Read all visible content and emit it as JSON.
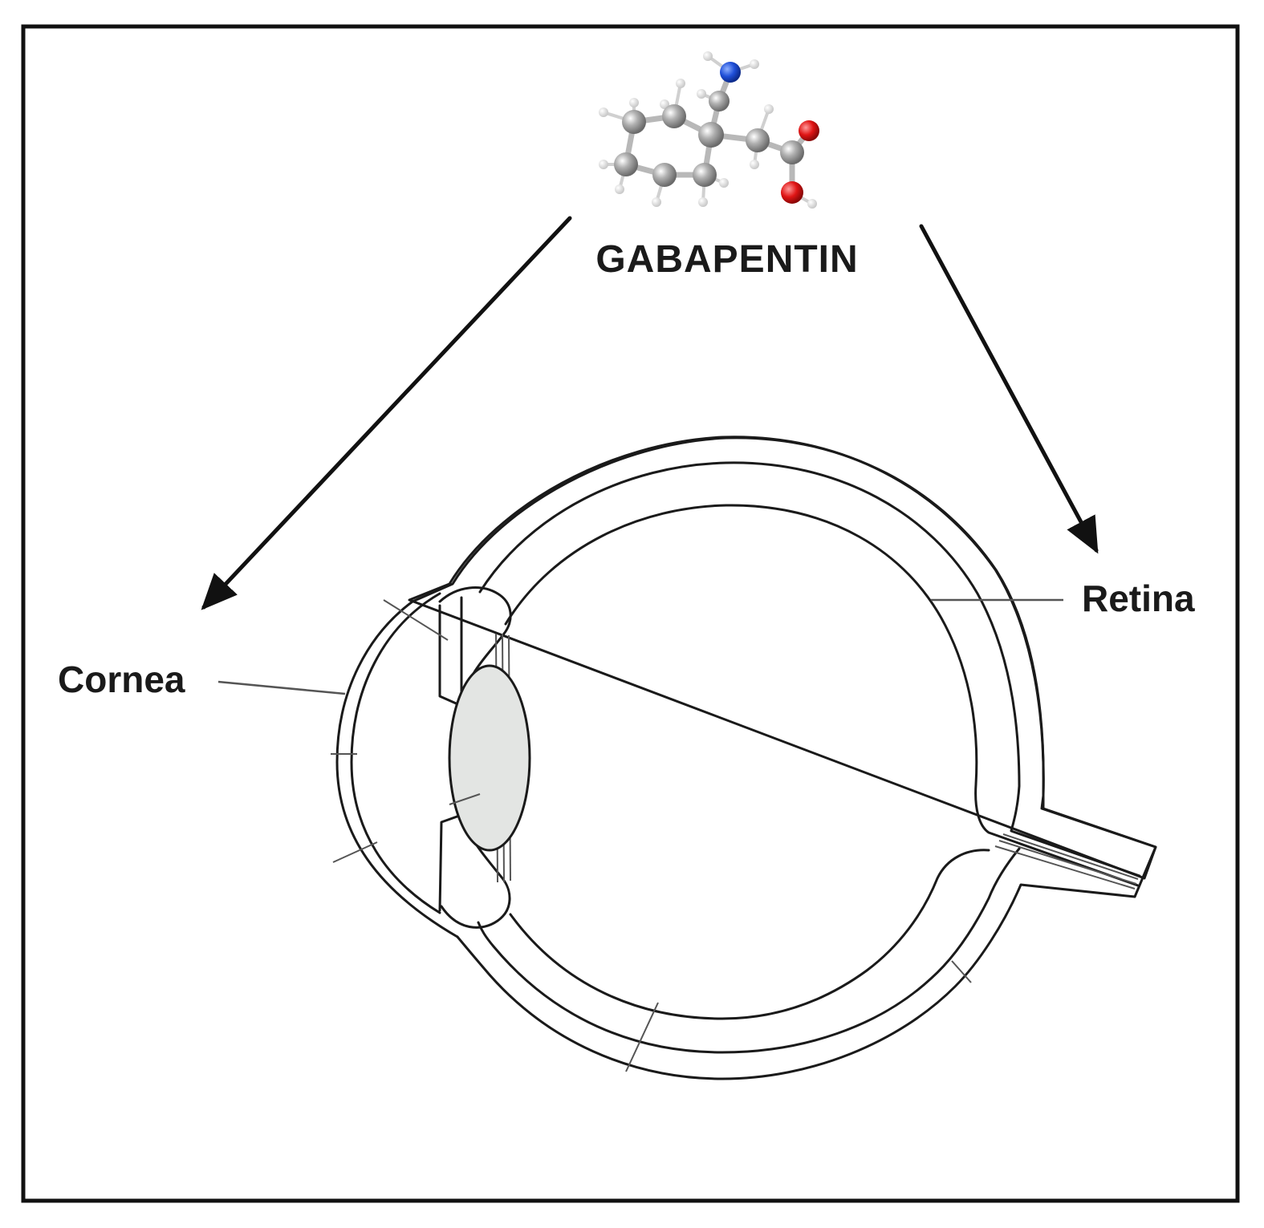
{
  "figure": {
    "title": "GABAPENTIN",
    "labels": {
      "cornea": "Cornea",
      "retina": "Retina"
    },
    "molecule_atoms": {
      "carbon": "#9e9e9e",
      "hydrogen": "#f0f0f0",
      "nitrogen": "#1f4fd8",
      "oxygen": "#e01515"
    }
  }
}
